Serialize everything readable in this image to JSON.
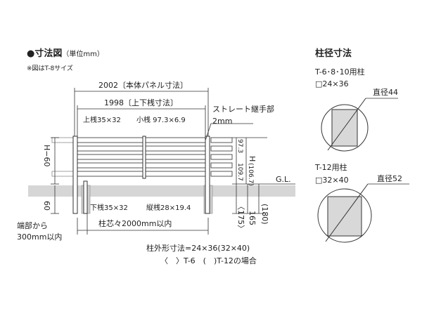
{
  "header": {
    "title": "●寸法図",
    "unit": "（単位mm）",
    "note": "※図はT-8サイズ"
  },
  "dims": {
    "panel_width": "2002〔本体パネル寸法〕",
    "rail_width": "1998〔上下桟寸法〕",
    "top_rail": "上桟35×32",
    "small_rail": "小桟 97.3×6.9",
    "joint_label": "ストレート継手部",
    "joint_gap": "2mm",
    "height_left": "H−60",
    "height_right": "H",
    "slat_pitch": "97.3",
    "bottom_gap_a": "109.7",
    "bottom_gap_b": "(106.7)",
    "gl": "G.L.",
    "depth_60": "60",
    "bottom_rail": "下桟35×32",
    "vertical_rail": "縦桟28×19.4",
    "post_pitch": "柱芯々2000mm以内",
    "footing_a": "〈175〉",
    "footing_b": "165",
    "footing_c": "(180)",
    "end_note_1": "端部から",
    "end_note_2": "300mm以内",
    "post_outer": "柱外形寸法=24×36(32×40)",
    "post_legend": "〈　〉T-6　(　)T-12の場合"
  },
  "post_section": {
    "title": "柱径寸法",
    "t6_label": "T-6･8･10用柱",
    "t6_size": "□24×36",
    "t6_diameter": "直径44",
    "t12_label": "T-12用柱",
    "t12_size": "□32×40",
    "t12_diameter": "直径52"
  }
}
